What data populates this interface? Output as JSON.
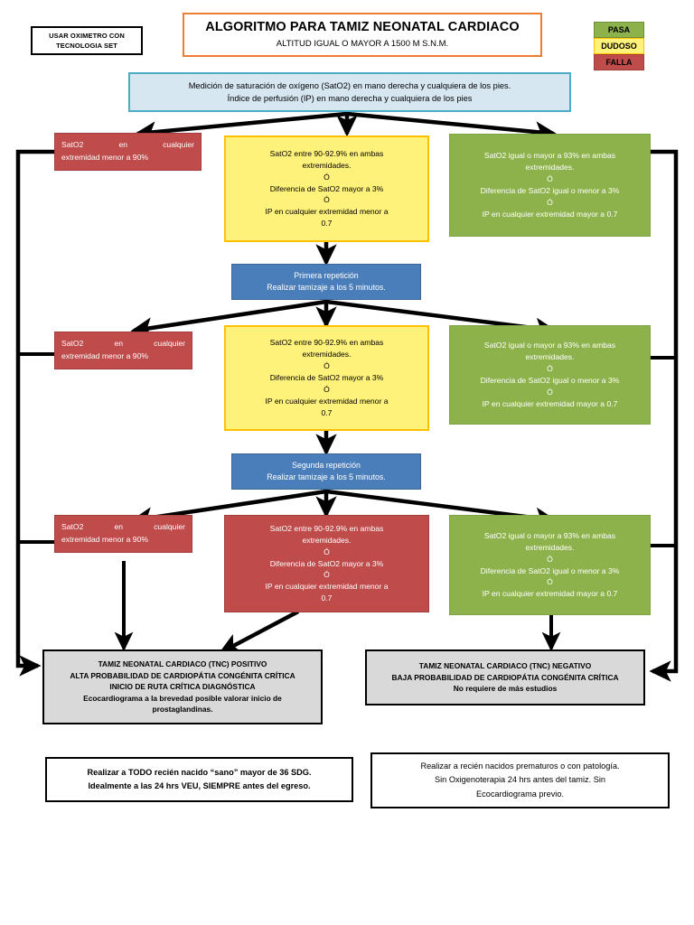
{
  "header": {
    "oximeter_note": [
      "USAR OXIMETRO CON",
      "TECNOLOGIA SET"
    ],
    "title": "ALGORITMO PARA TAMIZ NEONATAL CARDIACO",
    "subtitle": "ALTITUD IGUAL O MAYOR A 1500 M S.N.M.",
    "title_border_color": "#ED7D31"
  },
  "legend": {
    "items": [
      {
        "label": "PASA",
        "color": "#8DB24B"
      },
      {
        "label": "DUDOSO",
        "color": "#FFF27A"
      },
      {
        "label": "FALLA",
        "color": "#BF4B4B"
      }
    ]
  },
  "start": {
    "line1": "Medición de saturación de oxígeno (SatO2) en mano derecha y cualquiera de los pies.",
    "line2": "Índice de perfusión (IP) en mano derecha y cualquiera de los pies",
    "fill": "#D7E7F2",
    "border": "#4BACC6"
  },
  "fail_box": {
    "line1": "SatO2          en          cualquier",
    "line2": "extremidad menor a 90%",
    "fill": "#BF4B4B"
  },
  "doubt_box": {
    "line1": "SatO2 entre 90-92.9% en ambas",
    "line2": "extremidades.",
    "line3": "Ó",
    "line4": "Diferencia de SatO2 mayor a 3%",
    "line5": "Ó",
    "line6": "IP en cualquier extremidad menor a",
    "line7": "0.7",
    "fill": "#FFF27A",
    "border": "#FFC000"
  },
  "pass_box": {
    "line1": "SatO2 igual o mayor a 93% en ambas",
    "line2": "extremidades.",
    "line3": "Ó",
    "line4": "Diferencia de SatO2 igual o menor a 3%",
    "line5": "Ó",
    "line6": "IP en cualquier extremidad mayor a  0.7",
    "fill": "#8DB24B"
  },
  "repetitions": [
    {
      "line1": "Primera repetición",
      "line2": "Realizar tamizaje a los 5 minutos.",
      "fill": "#4A7EBB"
    },
    {
      "line1": "Segunda repetición",
      "line2": "Realizar tamizaje a los 5 minutos.",
      "fill": "#4A7EBB"
    }
  ],
  "results": {
    "positive": {
      "line1": "TAMIZ NEONATAL CARDIACO (TNC) POSITIVO",
      "line2": "ALTA PROBABILIDAD DE CARDIOPÁTIA CONGÉNITA CRÍTICA",
      "line3": "INICIO DE RUTA CRÍTICA DIAGNÓSTICA",
      "line4": "Ecocardiograma a la brevedad posible valorar inicio de",
      "line5": "prostaglandinas.",
      "fill": "#D9D9D9"
    },
    "negative": {
      "line1": "TAMIZ NEONATAL CARDIACO (TNC) NEGATIVO",
      "line2": "BAJA PROBABILIDAD DE CARDIOPÁTIA CONGÉNITA CRÍTICA",
      "line3": "No requiere de más estudios",
      "fill": "#D9D9D9"
    }
  },
  "footnotes": {
    "left": {
      "line1": "Realizar a TODO recién nacido “sano” mayor de 36 SDG.",
      "line2": "Idealmente a las 24 hrs VEU,  SIEMPRE antes del egreso."
    },
    "right": {
      "line1": "Realizar a recién nacidos prematuros o con patología.",
      "line2": "Sin Oxigenoterapia 24 hrs antes del tamiz. Sin",
      "line3": "Ecocardiograma previo."
    }
  }
}
